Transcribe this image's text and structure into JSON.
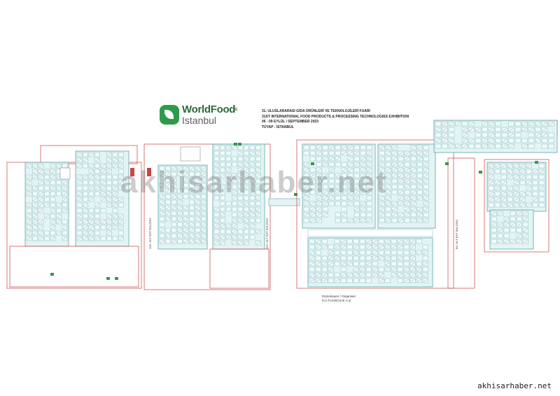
{
  "logo": {
    "brand": "WorldFood",
    "city": "Istanbul",
    "mark": "≡"
  },
  "header": {
    "line1": "31. ULUSLARARASI GIDA ÜRÜNLERİ VE TEKNOLOJİLERİ FUARI",
    "line2": "31ST INTERNATIONAL FOOD PRODUCTS & PROCESSING TECHNOLOGIES EXHIBITION",
    "line3": "06 - 09 EYLÜL / SEPTEMBER 2023",
    "line4": "TÜYAP - İSTANBUL"
  },
  "organizer": {
    "label": "Düzenleyen / Organiser",
    "name": "ICA FUARCILIK A.Ş."
  },
  "hall_labels": {
    "left": "12A. ALT KAT SALONU",
    "mid": "11A. ALT KAT SALONU",
    "right": "9A. ALT KAT SALONU"
  },
  "watermark": "akhisarhaber.net",
  "source_label": "akhisarhaber.net",
  "colors": {
    "stand_fill": "#e3f4f4",
    "stand_line": "#5fa3a6",
    "wall_line": "#c8423f",
    "brand_green": "#2e9a4b"
  }
}
